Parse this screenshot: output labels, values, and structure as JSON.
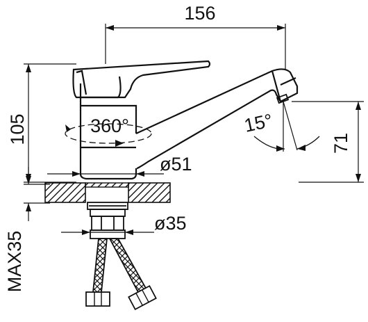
{
  "drawing": {
    "dimensions": {
      "overall_length": "156",
      "body_height": "105",
      "spout_height": "71",
      "max_thickness": "MAX35",
      "rotation": "360°",
      "outlet_angle": "15°",
      "body_diameter": "ø51",
      "shank_diameter": "ø35"
    },
    "colors": {
      "line": "#111111",
      "background": "#ffffff"
    }
  }
}
